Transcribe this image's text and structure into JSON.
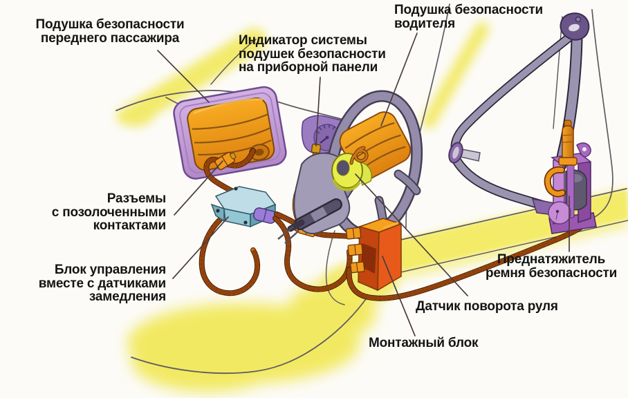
{
  "diagram": {
    "subject": "car airbag (SRS) system components",
    "labels": [
      {
        "id": "passenger-airbag",
        "lines": [
          "Подушка безопасности",
          "переднего пассажира"
        ]
      },
      {
        "id": "airbag-indicator",
        "lines": [
          "Индикатор системы",
          "подушек безопасности",
          "на приборной панели"
        ]
      },
      {
        "id": "driver-airbag",
        "lines": [
          "Подушка безопасности",
          "водителя"
        ]
      },
      {
        "id": "gold-connectors",
        "lines": [
          "Разъемы",
          "с позолоченными",
          "контактами"
        ]
      },
      {
        "id": "control-unit",
        "lines": [
          "Блок управления",
          "вместе с датчиками",
          "замедления"
        ]
      },
      {
        "id": "steering-sensor",
        "lines": [
          "Датчик поворота руля"
        ]
      },
      {
        "id": "mounting-block",
        "lines": [
          "Монтажный блок"
        ]
      },
      {
        "id": "belt-pretensioner",
        "lines": [
          "Преднатяжитель",
          "ремня безопасности"
        ]
      }
    ],
    "palette": {
      "background": "#fcfbf7",
      "highlight_yellow": "#f1e85c",
      "airbag_orange": "#f0991e",
      "housing_purple": "#c6a4da",
      "control_unit_blue": "#94c6d4",
      "mounting_block_red": "#e85a1a",
      "wire_orange": "#e07818",
      "belt_gray": "#9b94b0",
      "pretensioner_purple": "#b273c8",
      "clockspring_yellow": "#e7ee4b",
      "label_text": "#141414"
    }
  }
}
